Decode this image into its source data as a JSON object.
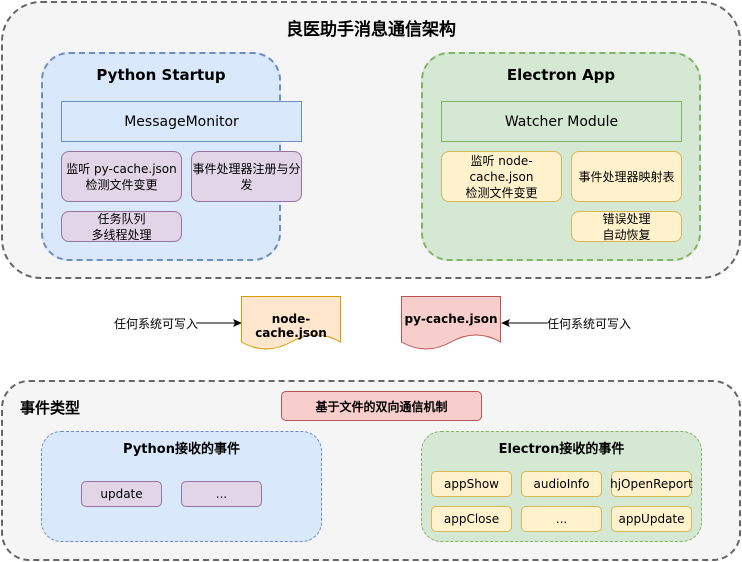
{
  "top_section": {
    "title": "良医助手消息通信架构",
    "python": {
      "title": "Python Startup",
      "module": "MessageMonitor",
      "boxes": [
        "监听 py-cache.json\n检测文件变更",
        "事件处理器注册与分\n发",
        "任务队列\n多线程处理"
      ]
    },
    "electron": {
      "title": "Electron App",
      "module": "Watcher Module",
      "boxes": [
        "监听 node-cache.json\n检测文件变更",
        "事件处理器映射表",
        "错误处理\n自动恢复"
      ]
    }
  },
  "middle": {
    "left_label": "任何系统可写入",
    "right_label": "任何系统可写入",
    "node_cache": "node-cache.json",
    "py_cache": "py-cache.json",
    "colors": {
      "node_fill": "#ffe6cc",
      "node_stroke": "#d79b00",
      "py_fill": "#f8cecc",
      "py_stroke": "#b85450"
    }
  },
  "bottom_section": {
    "title": "事件类型",
    "mechanism": "基于文件的双向通信机制",
    "python_events": {
      "title": "Python接收的事件",
      "items": [
        "update",
        "..."
      ]
    },
    "electron_events": {
      "title": "Electron接收的事件",
      "items": [
        "appShow",
        "audioInfo",
        "hjOpenReport",
        "appClose",
        "...",
        "appUpdate"
      ]
    }
  }
}
